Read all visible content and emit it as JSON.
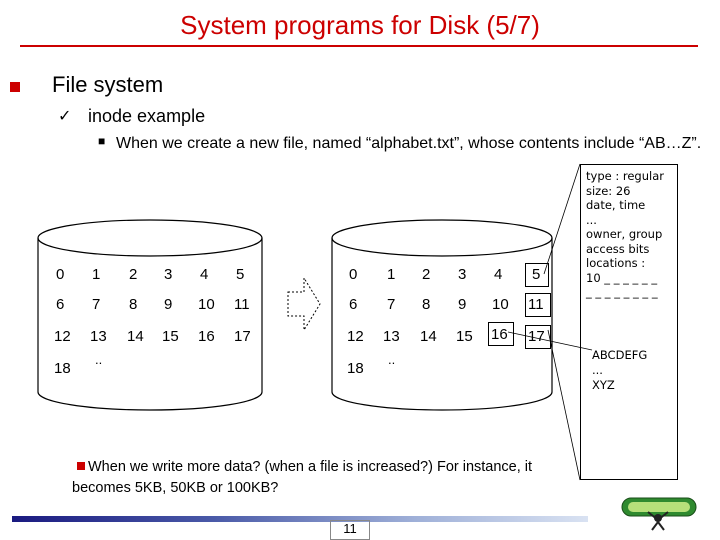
{
  "slide": {
    "title": "System programs for Disk (5/7)",
    "bullet1": "File system",
    "bullet2": "inode example",
    "bullet3": "When we create a new file, named “alphabet.txt”, whose contents include “AB…Z”.",
    "note": "When we write more data? (when a file is increased?) For instance, it becomes 5KB, 50KB or 100KB?",
    "page_number": "11",
    "accent_color": "#cc0000",
    "icons": {
      "bullet_square": "red-square-bullet-icon",
      "check": "check-icon",
      "arrow": "right-arrow-icon",
      "logo": "atlas-figure-logo"
    }
  },
  "disk_before": {
    "rows": [
      [
        "0",
        "1",
        "2",
        "3",
        "4",
        "5"
      ],
      [
        "6",
        "7",
        "8",
        "9",
        "10",
        "11"
      ],
      [
        "12",
        "13",
        "14",
        "15",
        "16",
        "17"
      ]
    ],
    "last_block": "18",
    "ellipsis": ".."
  },
  "disk_after": {
    "rows": [
      [
        "0",
        "1",
        "2",
        "3",
        "4",
        "5"
      ],
      [
        "6",
        "7",
        "8",
        "9",
        "10",
        "11"
      ],
      [
        "12",
        "13",
        "14",
        "15",
        "16",
        "17"
      ]
    ],
    "last_block": "18",
    "ellipsis": "..",
    "highlighted_blocks": [
      "5",
      "11",
      "16",
      "17"
    ]
  },
  "inode": {
    "lines": [
      "type : regular",
      "size: 26",
      "date, time",
      "...",
      "owner, group",
      "access bits",
      "locations :",
      "10 _ _ _ _ _ _",
      "_ _ _ _ _ _ _ _"
    ]
  },
  "data_block": {
    "lines": [
      "ABCDEFG",
      "...",
      "XYZ"
    ]
  }
}
